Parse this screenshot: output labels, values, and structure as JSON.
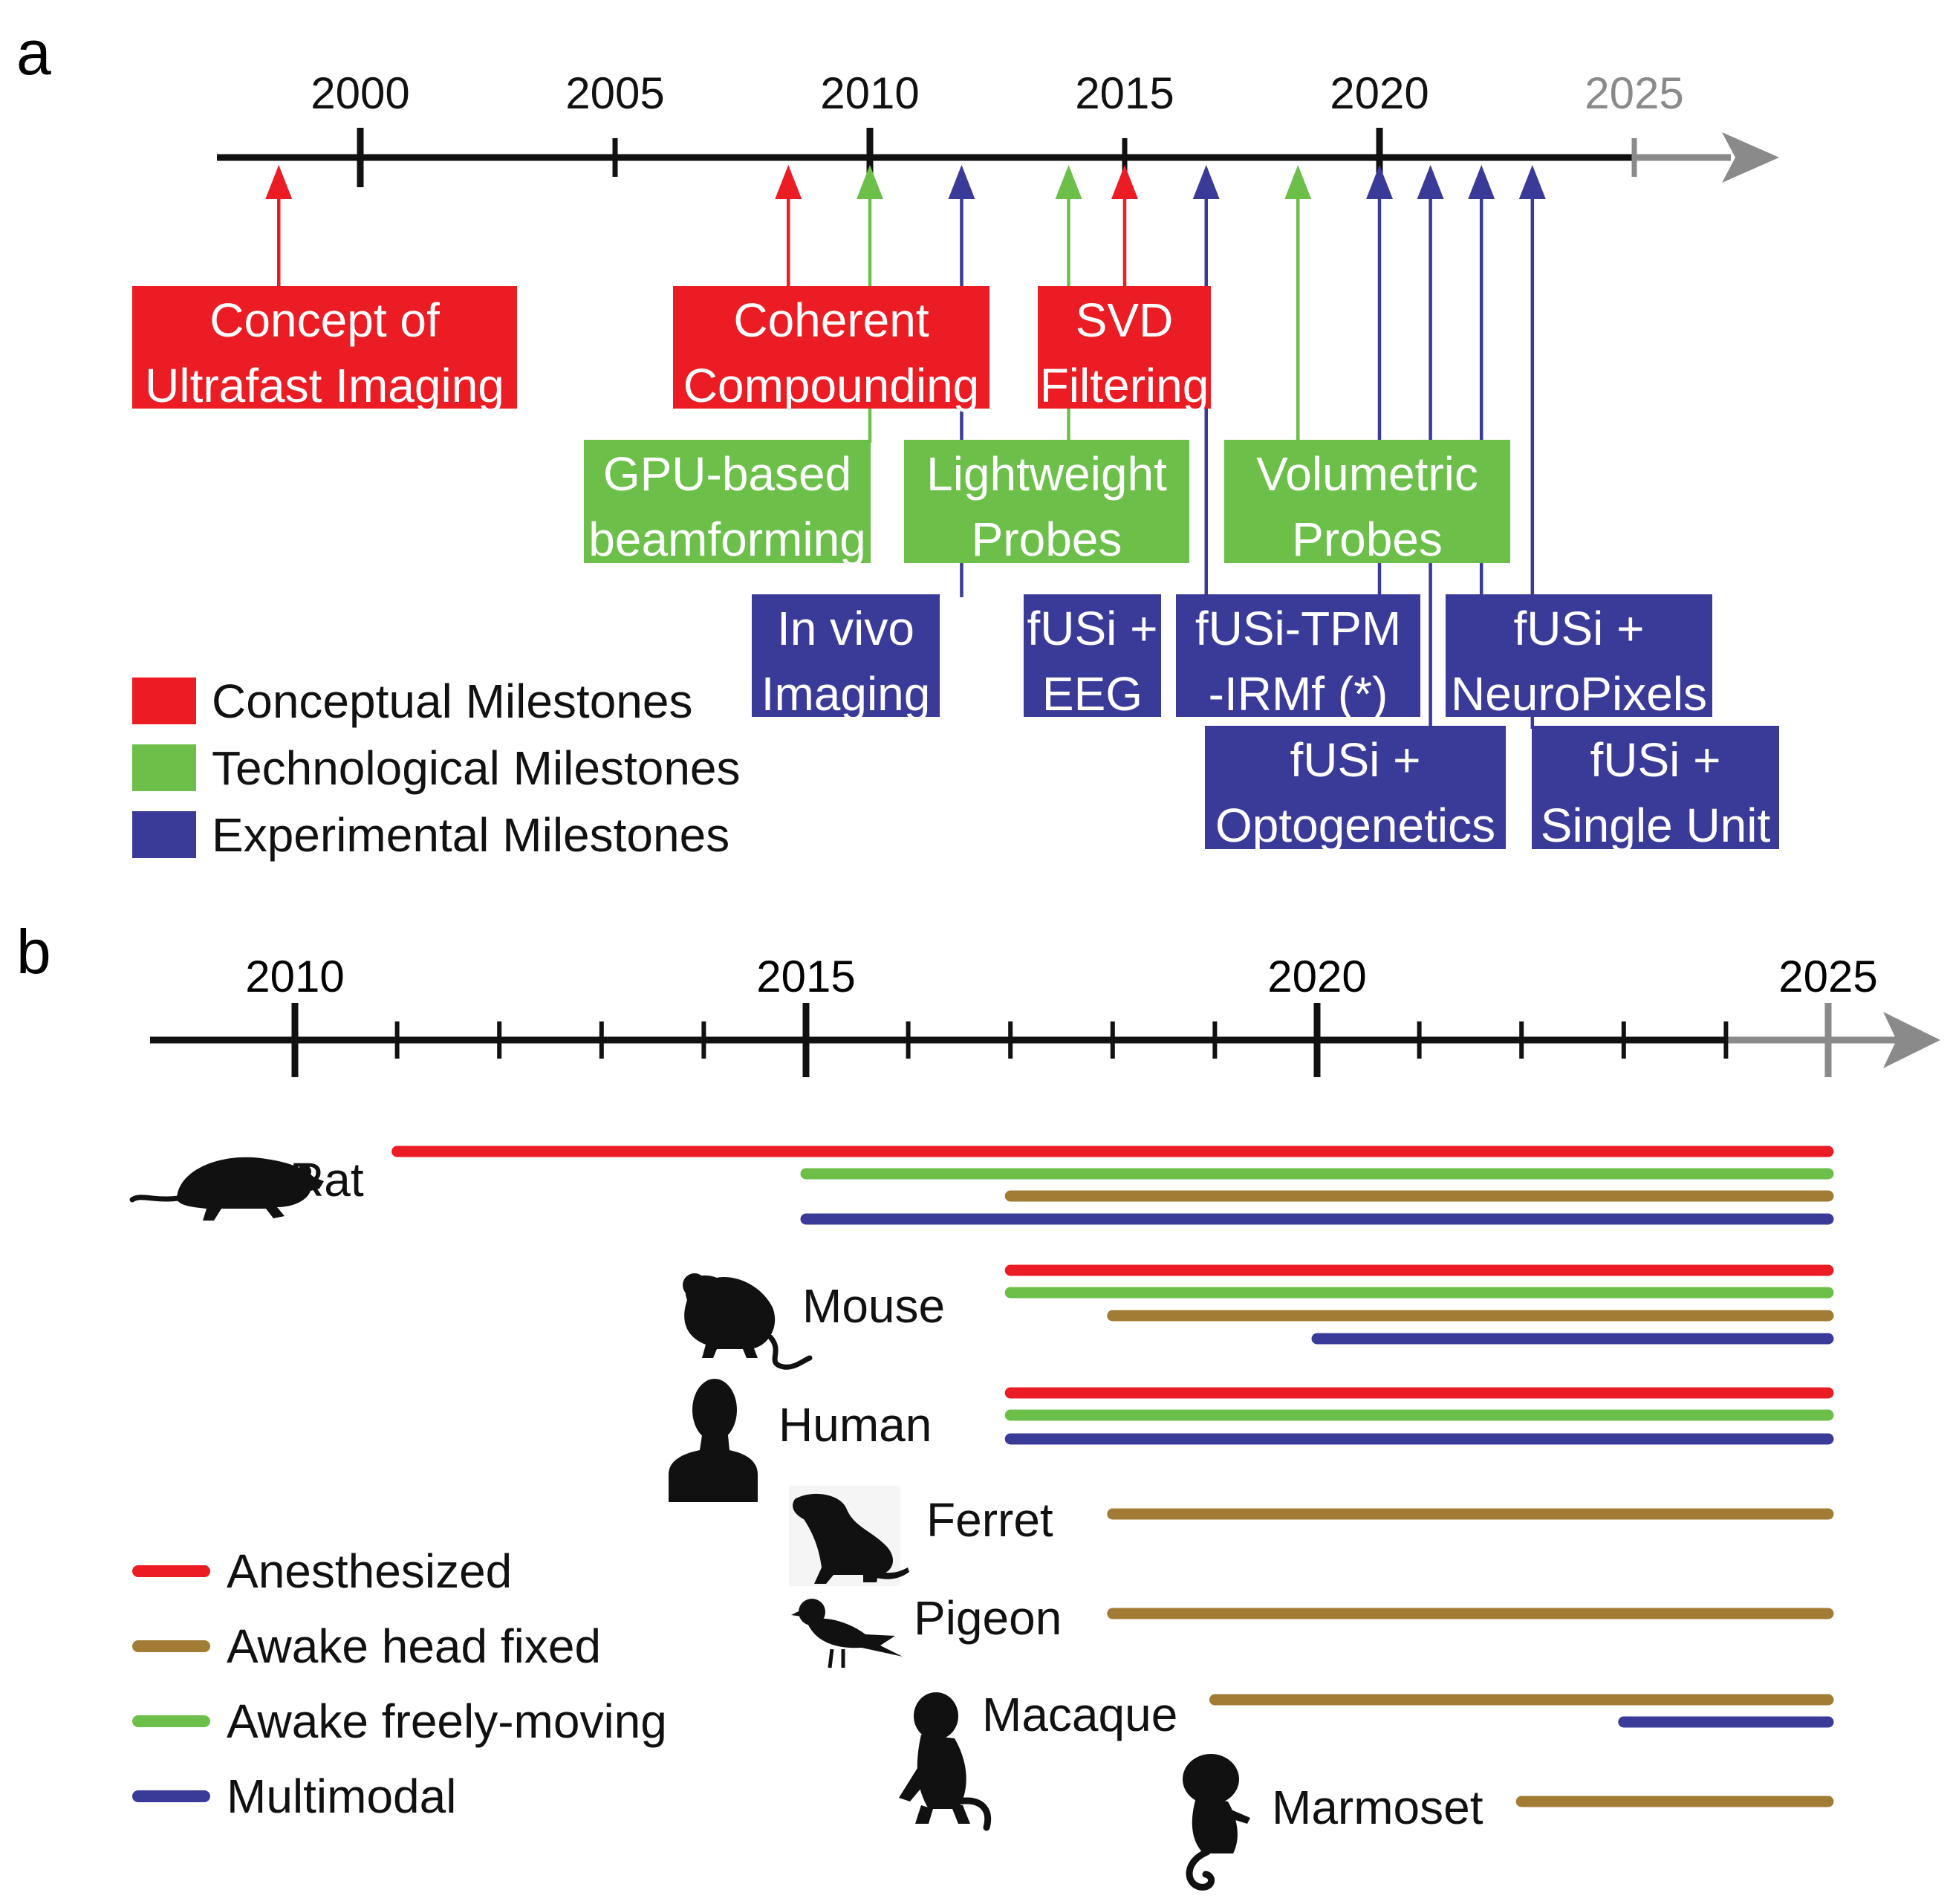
{
  "panel_a": {
    "letter": "a",
    "years": [
      "2000",
      "2005",
      "2010",
      "2015",
      "2020",
      "2025"
    ],
    "colors": {
      "conceptual": "#ec1c24",
      "technological": "#6cc04a",
      "experimental": "#3a3b98",
      "axis": "#111111",
      "future": "#8a8a8a"
    },
    "milestones": [
      {
        "category": "conceptual",
        "lines": [
          "Concept of",
          "Ultrafast Imaging"
        ]
      },
      {
        "category": "conceptual",
        "lines": [
          "Coherent",
          "Compounding"
        ]
      },
      {
        "category": "conceptual",
        "lines": [
          "SVD",
          "Filtering"
        ]
      },
      {
        "category": "technological",
        "lines": [
          "GPU-based",
          "beamforming"
        ]
      },
      {
        "category": "technological",
        "lines": [
          "Lightweight",
          "Probes"
        ]
      },
      {
        "category": "technological",
        "lines": [
          "Volumetric",
          "Probes"
        ]
      },
      {
        "category": "experimental",
        "lines": [
          "In vivo",
          "Imaging"
        ]
      },
      {
        "category": "experimental",
        "lines": [
          "fUSi +",
          "EEG"
        ]
      },
      {
        "category": "experimental",
        "lines": [
          "fUSi-TPM",
          "-IRMf (*)"
        ]
      },
      {
        "category": "experimental",
        "lines": [
          "fUSi +",
          "Optogenetics"
        ]
      },
      {
        "category": "experimental",
        "lines": [
          "fUSi +",
          "NeuroPixels"
        ]
      },
      {
        "category": "experimental",
        "lines": [
          "fUSi +",
          "Single Unit"
        ]
      }
    ],
    "legend": [
      {
        "label": "Conceptual Milestones",
        "color": "#ec1c24"
      },
      {
        "label": "Technological Milestones",
        "color": "#6cc04a"
      },
      {
        "label": "Experimental Milestones",
        "color": "#3a3b98"
      }
    ]
  },
  "panel_b": {
    "letter": "b",
    "years": [
      "2010",
      "2015",
      "2020",
      "2025"
    ],
    "colors": {
      "anesthesized": "#ec1c24",
      "head_fixed": "#a27c35",
      "freely_moving": "#6cc04a",
      "multimodal": "#3a3b98"
    },
    "legend": [
      {
        "label": "Anesthesized",
        "color": "#ec1c24"
      },
      {
        "label": "Awake head fixed",
        "color": "#a27c35"
      },
      {
        "label": "Awake freely-moving",
        "color": "#6cc04a"
      },
      {
        "label": "Multimodal",
        "color": "#3a3b98"
      }
    ],
    "species": [
      {
        "name": "Rat",
        "icon": "rat-icon"
      },
      {
        "name": "Mouse",
        "icon": "mouse-icon"
      },
      {
        "name": "Human",
        "icon": "human-icon"
      },
      {
        "name": "Ferret",
        "icon": "ferret-icon"
      },
      {
        "name": "Pigeon",
        "icon": "pigeon-icon"
      },
      {
        "name": "Macaque",
        "icon": "macaque-icon"
      },
      {
        "name": "Marmoset",
        "icon": "marmoset-icon"
      }
    ]
  },
  "chart_data": {
    "type": "timeline",
    "x_axis_end": 2025,
    "series": [
      {
        "name": "Anesthesized",
        "bars": [
          {
            "species": "Rat",
            "start": 2011,
            "end": 2025
          },
          {
            "species": "Mouse",
            "start": 2017,
            "end": 2025
          },
          {
            "species": "Human",
            "start": 2017,
            "end": 2025
          }
        ]
      },
      {
        "name": "Awake freely-moving",
        "bars": [
          {
            "species": "Rat",
            "start": 2015,
            "end": 2025
          },
          {
            "species": "Mouse",
            "start": 2017,
            "end": 2025
          },
          {
            "species": "Human",
            "start": 2017,
            "end": 2025
          }
        ]
      },
      {
        "name": "Awake head fixed",
        "bars": [
          {
            "species": "Rat",
            "start": 2017,
            "end": 2025
          },
          {
            "species": "Mouse",
            "start": 2018,
            "end": 2025
          },
          {
            "species": "Ferret",
            "start": 2018,
            "end": 2025
          },
          {
            "species": "Pigeon",
            "start": 2018,
            "end": 2025
          },
          {
            "species": "Macaque",
            "start": 2019,
            "end": 2025
          },
          {
            "species": "Marmoset",
            "start": 2022,
            "end": 2025
          }
        ]
      },
      {
        "name": "Multimodal",
        "bars": [
          {
            "species": "Rat",
            "start": 2015,
            "end": 2025
          },
          {
            "species": "Mouse",
            "start": 2020,
            "end": 2025
          },
          {
            "species": "Human",
            "start": 2017,
            "end": 2025
          },
          {
            "species": "Macaque",
            "start": 2023,
            "end": 2025
          }
        ]
      }
    ]
  }
}
